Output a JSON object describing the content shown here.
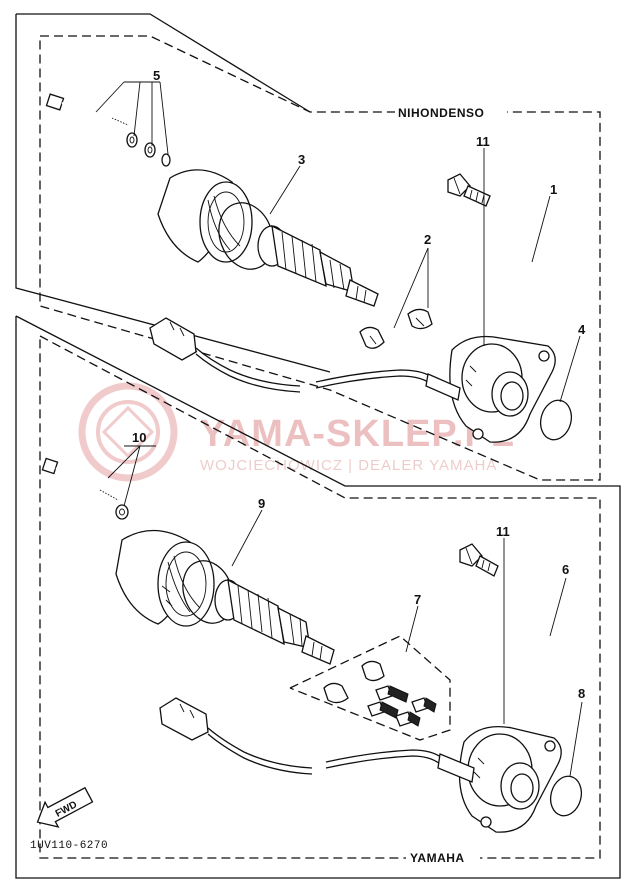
{
  "groups": {
    "upper_header": "NIHONDENSO",
    "lower_header": "YAMAHA"
  },
  "callouts": {
    "c1": "1",
    "c2": "2",
    "c3": "3",
    "c4": "4",
    "c5": "5",
    "c6": "6",
    "c7": "7",
    "c8": "8",
    "c9": "9",
    "c10": "10",
    "c11a": "11",
    "c11b": "11"
  },
  "direction_arrow": "FWD",
  "diagram_code": "1UV110-6270",
  "watermark": {
    "brand": "YAMA-SKLEP.PL",
    "subtitle": "WOJCIECHOWICZ | DEALER YAMAHA",
    "color": "#e9b6b6"
  }
}
